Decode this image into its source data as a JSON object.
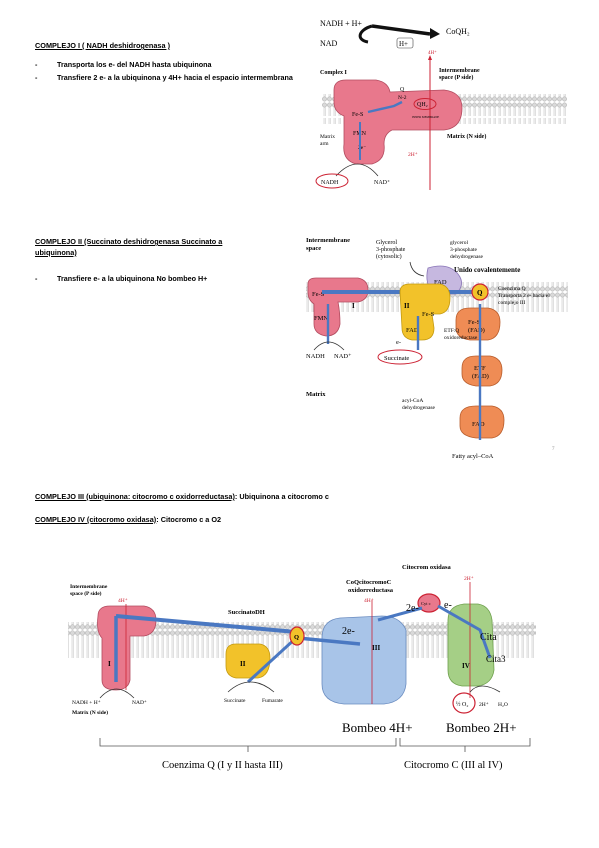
{
  "sections": {
    "c1": {
      "title": "COMPLEJO I ( NADH deshidrogenasa )",
      "bullets": [
        "Transporta los e- del NADH hasta ubiquinona",
        "Transfiere 2 e- a la ubiquinona y 4H+ hacia el espacio intermembrana"
      ]
    },
    "c2": {
      "title_line1": "COMPLEJO II (Succinato deshidrogenasa Succinato a",
      "title_line2": "ubiquinona)",
      "bullets": [
        "Transfiere e- a la ubiquinona No bombeo H+"
      ]
    },
    "c3": {
      "title": "COMPLEJO III (ubiquinona: citocromo c oxidorreductasa)",
      "desc": ": Ubiquinona a citocromo c"
    },
    "c4": {
      "title": "COMPLEJO IV (citocromo oxidasa)",
      "desc": ": Citocromo c a O2"
    }
  },
  "fig1": {
    "nadh_h": "NADH + H+",
    "coqh2": "CoQH₂",
    "nad": "NAD",
    "hplus": "H+",
    "complex": "Complex I",
    "intermembrane": "Intermembrane",
    "space": "space (P side)",
    "h4": "4H⁺",
    "h2": "2H⁺",
    "n2": "N-2",
    "q": "Q",
    "qh2": "QH₂",
    "inner": "INNER MEMBRANE",
    "fes": "Fe-S",
    "fmn": "FMN",
    "matrix_arm_1": "Matrix",
    "matrix_arm_2": "arm",
    "e2": "2e⁻",
    "matrix": "Matrix (N side)",
    "nadh": "NADH",
    "nadp": "NAD⁺"
  },
  "fig2": {
    "intermembrane": "Intermembrane",
    "space": "space",
    "g3p_1": "Glycerol",
    "g3p_2": "3-phosphate",
    "g3p_3": "(cytosolic)",
    "gdh_1": "glycerol",
    "gdh_2": "3-phosphate",
    "gdh_3": "dehydrogenase",
    "fad": "FAD",
    "covalent": "Unido covalentemente",
    "q": "Q",
    "coq_1": "Coenzima Q",
    "coq_2": "Transporta 2 e- hacia el",
    "coq_3": "complejo III",
    "fes": "Fe-S",
    "fmn": "FMN",
    "one": "I",
    "two": "II",
    "fad2": "FAD",
    "fes2": "Fe-S",
    "fes_fad_1": "Fe-S",
    "fes_fad_2": "(FAD)",
    "nadh": "NADH",
    "nad": "NAD⁺",
    "eminus": "e-",
    "succinate": "Succinate",
    "etf_1": "ETF:Q",
    "etf_2": "oxidoreductase",
    "etf_box_1": "ETF",
    "etf_box_2": "(FAD)",
    "matrix": "Matrix",
    "acyl_1": "acyl-CoA",
    "acyl_2": "dehydrogenase",
    "fad3": "FAD",
    "fatty": "Fatty acyl–CoA",
    "seven": "7"
  },
  "fig3": {
    "citocrom": "Citocrom oxidasa",
    "coq_c_1": "CoQcitocromoC",
    "coq_c_2": "oxidorreductasa",
    "succ": "SuccinatoDH",
    "intermembrane": "Intermembrane",
    "space": "space (P side)",
    "h4a": "4H⁺",
    "h4b": "4H⁺",
    "h2": "2H⁺",
    "two_e_a": "2e-",
    "two_e_b": "2e-",
    "e_minus": "e-",
    "cyt_c": "Cyt c",
    "cita": "Cita",
    "cita3": "Cita3",
    "one": "I",
    "two": "II",
    "three": "III",
    "four": "IV",
    "q": "Q",
    "nadh": "NADH + H⁺",
    "nad": "NAD⁺",
    "matrix": "Matrix (N side)",
    "succinate": "Succinate",
    "fumarate": "Fumarate",
    "o2": "½ O₂",
    "h2_2": "2H⁺",
    "h2o": "H₂O",
    "bombeo4": "Bombeo 4H+",
    "bombeo2": "Bombeo 2H+",
    "coenzima": "Coenzima Q (I y II hasta III)",
    "citocromo": "Citocromo C (III al IV)"
  },
  "colors": {
    "pink": "#e8788c",
    "red": "#cc2233",
    "blue": "#4a78c2",
    "yellow": "#f2c22a",
    "orange": "#ef8c55",
    "lightblue": "#a8c4e8",
    "green": "#a5cf86",
    "purple": "#c6b8e0"
  }
}
